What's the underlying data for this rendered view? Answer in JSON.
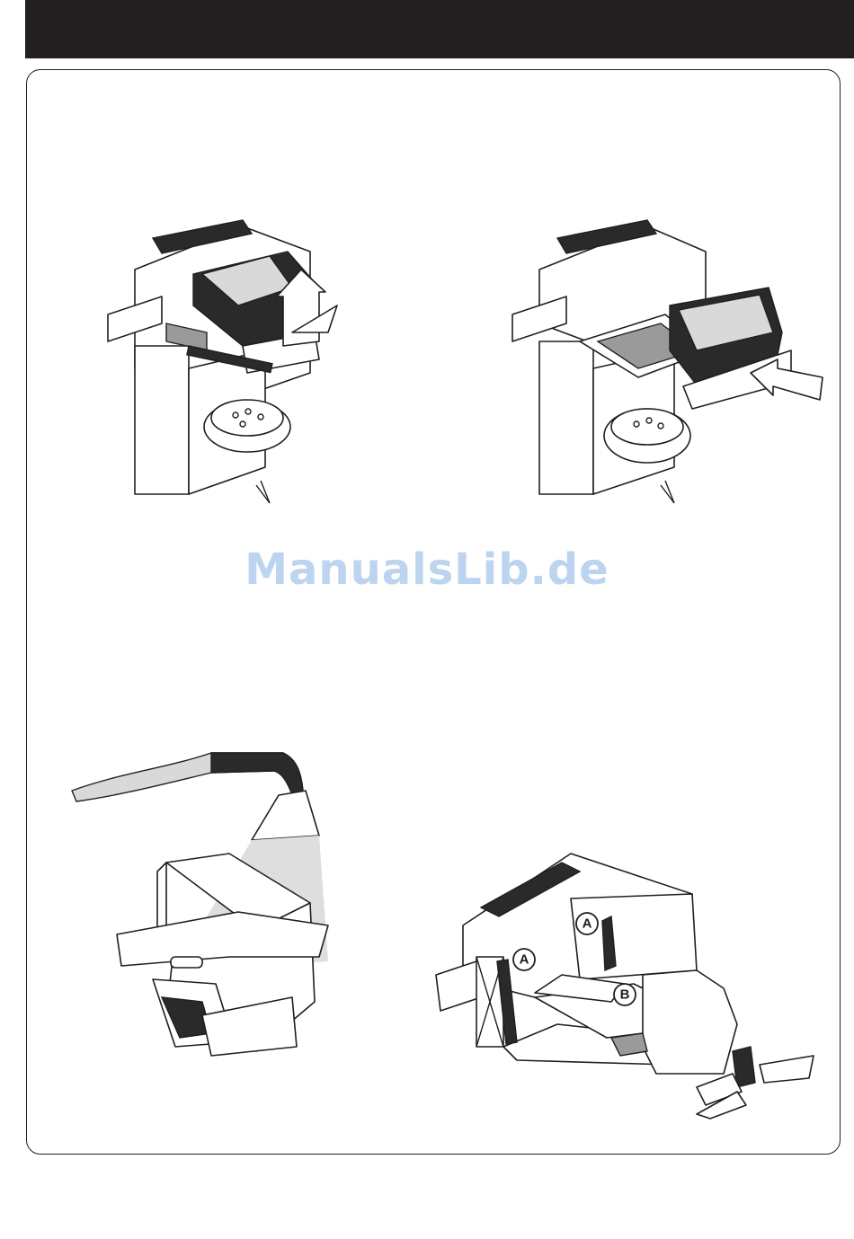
{
  "watermark": "ManualsLib.de",
  "callouts": {
    "a": "A",
    "b": "B"
  },
  "colors": {
    "header": "#231f20",
    "watermark": "#bcd4f0"
  }
}
